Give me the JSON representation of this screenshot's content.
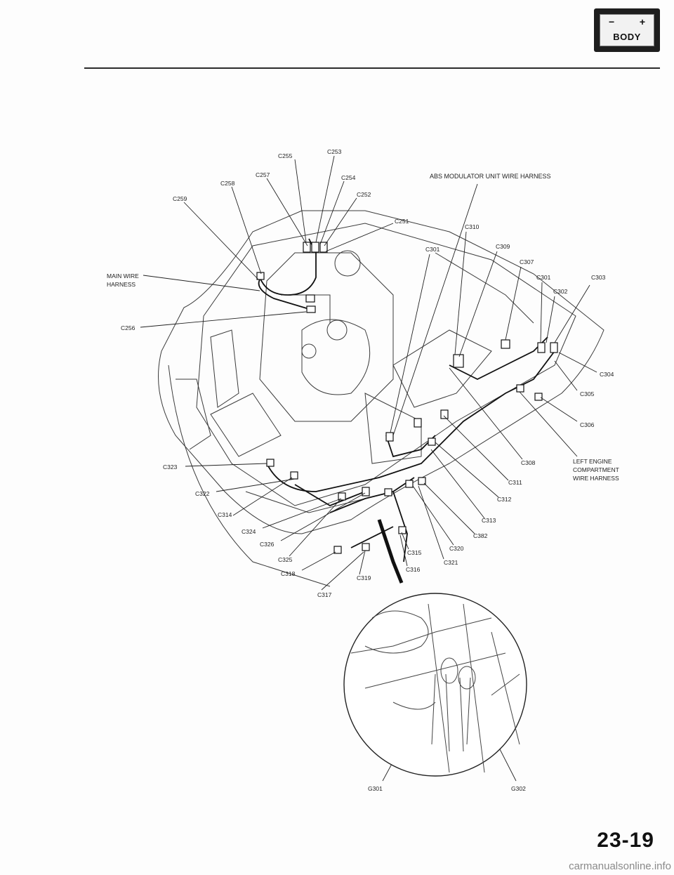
{
  "badge": {
    "minus": "−",
    "plus": "+",
    "label": "BODY"
  },
  "labels": {
    "C255": "C255",
    "C253": "C253",
    "C257": "C257",
    "C254": "C254",
    "C258": "C258",
    "C259": "C259",
    "C252": "C252",
    "C251": "C251",
    "C256": "C256",
    "main_harness_1": "MAIN WIRE",
    "main_harness_2": "HARNESS",
    "abs": "ABS MODULATOR UNIT WIRE HARNESS",
    "C310": "C310",
    "C301_top": "C301",
    "C309": "C309",
    "C307": "C307",
    "C301_right": "C301",
    "C303": "C303",
    "C302": "C302",
    "C304": "C304",
    "C305": "C305",
    "C306": "C306",
    "C308": "C308",
    "C311": "C311",
    "C312": "C312",
    "C313": "C313",
    "C382": "C382",
    "C320": "C320",
    "C321": "C321",
    "C315": "C315",
    "C316": "C316",
    "C319": "C319",
    "C317": "C317",
    "C318": "C318",
    "C325": "C325",
    "C326": "C326",
    "C324": "C324",
    "C314": "C314",
    "C322": "C322",
    "C323": "C323",
    "left_harness_1": "LEFT ENGINE",
    "left_harness_2": "COMPARTMENT",
    "left_harness_3": "WIRE HARNESS",
    "G301": "G301",
    "G302": "G302"
  },
  "page_number": "23-19",
  "watermark": "carmanualsonline.info"
}
